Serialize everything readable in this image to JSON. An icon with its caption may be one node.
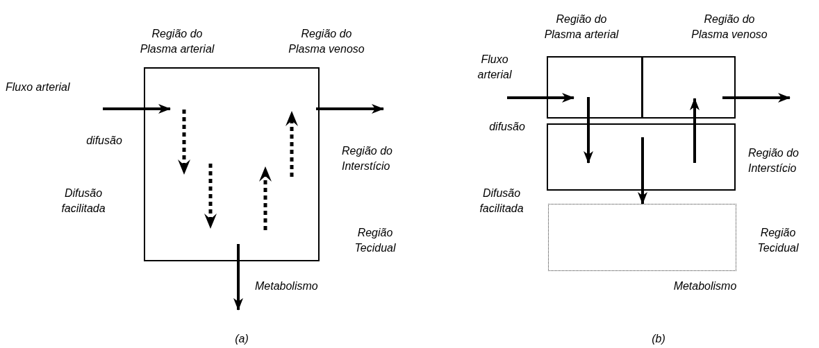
{
  "diagram": {
    "nodes": [
      {
        "text": [],
        "shape": "box"
      },
      {
        "text": [],
        "shape": "box"
      },
      {
        "text": [],
        "shape": "box"
      },
      {
        "text": [],
        "shape": "box"
      },
      {
        "text": [],
        "shape": "box"
      }
    ],
    "edges": [
      {
        "from": null,
        "to": 0,
        "arrow": "to"
      },
      {
        "from": 0,
        "to": null,
        "arrow": "to"
      },
      {
        "from": 0,
        "to": null,
        "arrow": "to"
      },
      {
        "from": null,
        "to": 1,
        "arrow": "to"
      },
      {
        "from": 1,
        "to": 3,
        "arrow": "to"
      },
      {
        "from": 3,
        "to": 2,
        "arrow": "to"
      },
      {
        "from": 3,
        "to": 4,
        "arrow": "to"
      },
      {
        "from": 2,
        "to": null,
        "arrow": "to"
      }
    ],
    "labels": [
      "Região do Plasma arterial",
      "Região do Plasma venoso",
      "Fluxo arterial",
      "difusão",
      "Região do Interstício",
      "Difusão facilitada",
      "Região Tecidual",
      "Metabolismo",
      "(a)",
      "Região do Plasma arterial",
      "Região do Plasma venoso",
      "Fluxo arterial",
      "difusão",
      "Região do Interstício",
      "Difusão facilitada",
      "Região Tecidual",
      "Metabolismo",
      "(b)"
    ]
  }
}
